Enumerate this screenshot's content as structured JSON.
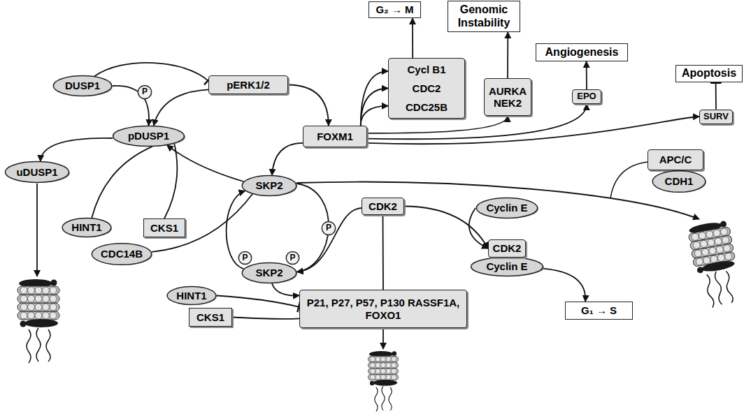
{
  "diagram": {
    "nodes": [
      {
        "text": [
          "G₂ → M"
        ]
      },
      {
        "text": [
          "Genomic Instability"
        ]
      },
      {
        "text": [
          "Angiogenesis"
        ]
      },
      {
        "text": [
          "Apoptosis"
        ]
      },
      {
        "text": [
          "DUSP1"
        ]
      },
      {
        "text": [
          "pERK1/2"
        ]
      },
      {
        "text": [
          "P"
        ]
      },
      {
        "text": [
          "Cycl B1",
          "CDC2",
          "CDC25B"
        ]
      },
      {
        "text": [
          "AURKA NEK2"
        ]
      },
      {
        "text": [
          "EPO"
        ]
      },
      {
        "text": [
          "SURV"
        ]
      },
      {
        "text": [
          "pDUSP1"
        ]
      },
      {
        "text": [
          "FOXM1"
        ]
      },
      {
        "text": [
          "APC/C"
        ]
      },
      {
        "text": [
          "CDH1"
        ]
      },
      {
        "text": [
          "uDUSP1"
        ]
      },
      {
        "text": [
          "SKP2"
        ]
      },
      {
        "text": [
          "CDK2"
        ]
      },
      {
        "text": [
          "Cyclin E"
        ]
      },
      {
        "text": [
          "HINT1"
        ]
      },
      {
        "text": [
          "CKS1"
        ]
      },
      {
        "text": [
          "P"
        ]
      },
      {
        "text": [
          "CDC14B"
        ]
      },
      {
        "text": [
          "P"
        ]
      },
      {
        "text": [
          "P"
        ]
      },
      {
        "text": [
          "SKP2"
        ]
      },
      {
        "text": [
          "CDK2"
        ]
      },
      {
        "text": [
          "Cyclin E"
        ]
      },
      {
        "text": [
          "HINT1"
        ]
      },
      {
        "text": [
          "P21, P27, P57, P130 RASSF1A, FOXO1"
        ]
      },
      {
        "text": [
          "G₁ → S"
        ]
      },
      {
        "text": [
          "CKS1"
        ]
      }
    ],
    "edges": [
      {
        "from": 4,
        "to": 11,
        "arrow": "to"
      },
      {
        "from": 5,
        "to": 11,
        "arrow": "to"
      },
      {
        "from": 4,
        "to": 5,
        "arrow": "to"
      },
      {
        "from": 5,
        "to": 12,
        "arrow": "to"
      },
      {
        "from": 12,
        "to": 7,
        "arrow": "to"
      },
      {
        "from": 7,
        "to": 0,
        "arrow": "to"
      },
      {
        "from": 12,
        "to": 8,
        "arrow": "to"
      },
      {
        "from": 8,
        "to": 1,
        "arrow": "to"
      },
      {
        "from": 12,
        "to": 9,
        "arrow": "to"
      },
      {
        "from": 9,
        "to": 2,
        "arrow": "to"
      },
      {
        "from": 12,
        "to": 10,
        "arrow": "to"
      },
      {
        "from": 10,
        "to": 3,
        "arrow": "to"
      },
      {
        "from": 12,
        "to": 16,
        "arrow": "to"
      },
      {
        "from": 16,
        "to": 11,
        "arrow": "to"
      },
      {
        "from": 19,
        "to": 11,
        "arrow": "none"
      },
      {
        "from": 20,
        "to": 11,
        "arrow": "none"
      },
      {
        "from": 11,
        "to": 15,
        "arrow": "to"
      },
      {
        "from": 16,
        "to": 25,
        "arrow": "to"
      },
      {
        "from": 17,
        "to": 25,
        "arrow": "to"
      },
      {
        "from": 25,
        "to": 16,
        "arrow": "to"
      },
      {
        "from": 22,
        "to": 16,
        "arrow": "none"
      },
      {
        "from": 25,
        "to": 29,
        "arrow": "to"
      },
      {
        "from": 28,
        "to": 29,
        "arrow": "to"
      },
      {
        "from": 31,
        "to": 29,
        "arrow": "none"
      },
      {
        "from": 29,
        "to": 17,
        "arrow": "to"
      },
      {
        "from": 17,
        "to": 26,
        "arrow": "to"
      },
      {
        "from": 18,
        "to": 26,
        "arrow": "to"
      },
      {
        "from": 27,
        "to": 30,
        "arrow": "to"
      }
    ]
  }
}
